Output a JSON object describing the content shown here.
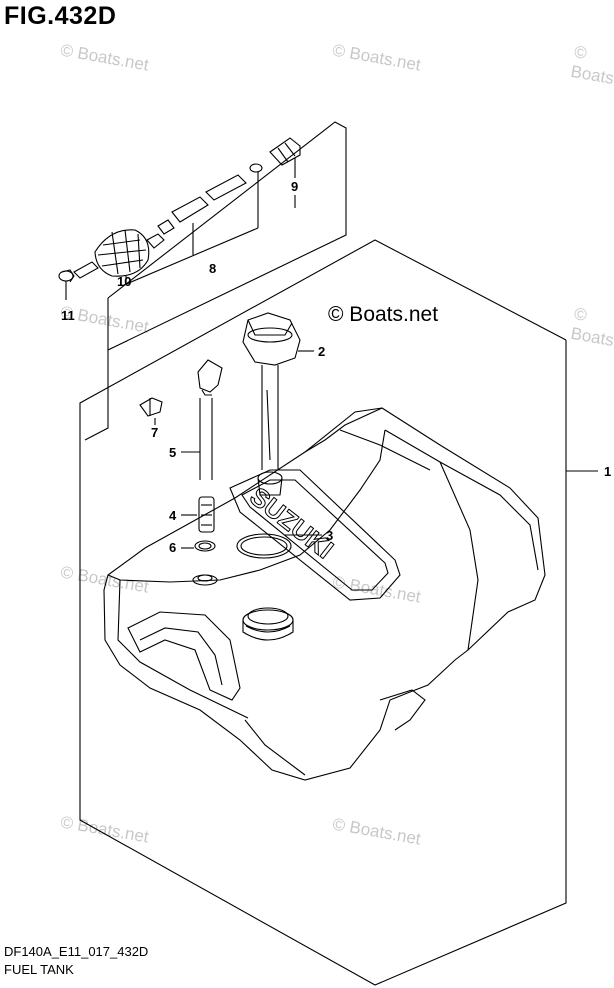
{
  "title": "FIG.432D",
  "copyright": "© Boats.net",
  "watermark": "© Boats.net",
  "footer": {
    "code": "DF140A_E11_017_432D",
    "name": "FUEL TANK"
  },
  "brand_mark": "SUZUKI",
  "callouts": [
    "1",
    "2",
    "3",
    "4",
    "5",
    "6",
    "7",
    "8",
    "9",
    "10",
    "11"
  ]
}
